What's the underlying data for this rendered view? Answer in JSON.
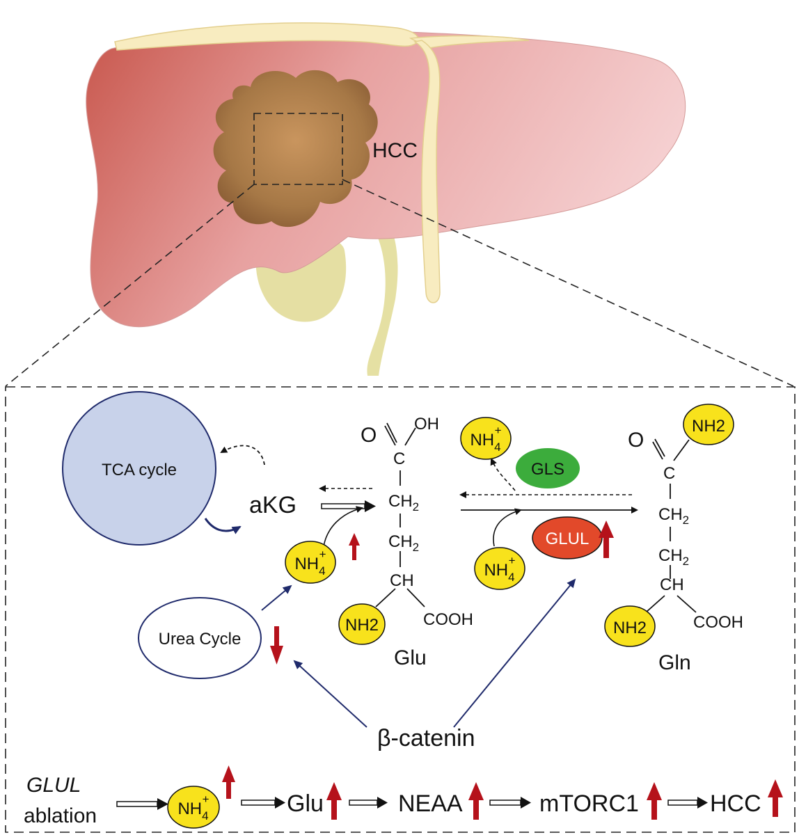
{
  "liver": {
    "tumor_label": "HCC"
  },
  "pathway": {
    "tca_cycle": "TCA cycle",
    "akg": "aKG",
    "urea_cycle": "Urea Cycle",
    "beta_catenin": "β-catenin",
    "enzymes": {
      "gls": "GLS",
      "glul": "GLUL"
    },
    "ammonium": {
      "base": "NH",
      "subscript": "4",
      "superscript": "+"
    },
    "amine": {
      "base": "NH",
      "subscript": "2"
    },
    "glu": {
      "name": "Glu",
      "o": "O",
      "oh": "OH",
      "c": "C",
      "ch2_a": "CH2",
      "ch2_b": "CH2",
      "ch": "CH",
      "cooh": "COOH"
    },
    "gln": {
      "name": "Gln",
      "o": "O",
      "c": "C",
      "ch2_a": "CH2",
      "ch2_b": "CH2",
      "ch": "CH",
      "cooh": "COOH"
    }
  },
  "cascade": {
    "glul_italic": "GLUL",
    "ablation": "ablation",
    "steps": [
      "Glu",
      "NEAA",
      "mTORC1",
      "HCC"
    ]
  },
  "colors": {
    "up_arrow": "#b5121b",
    "down_arrow": "#b5121b",
    "nh_fill": "#f8e21c",
    "gls_fill": "#3cac3c",
    "glul_fill": "#e2492a",
    "tca_fill": "#c8d2ea",
    "navy": "#1f2a6b"
  }
}
